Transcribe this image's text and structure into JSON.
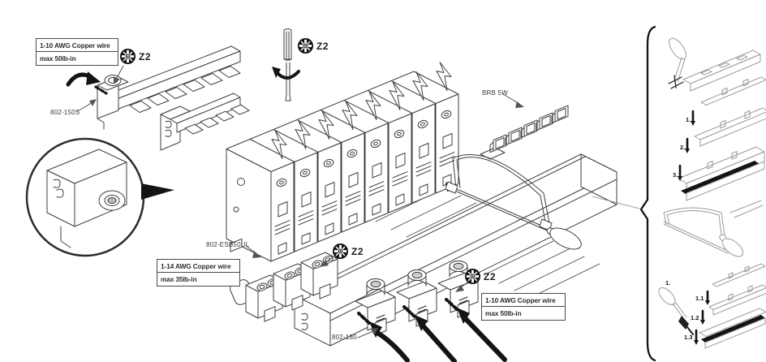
{
  "figure": {
    "background": "#ffffff",
    "line_color": "#3f3f3f",
    "black": "#141414",
    "panel_gray": "#9a9a9a"
  },
  "callout_boxes": {
    "top_left": {
      "line1": "1-10 AWG Copper wire",
      "line2": "max 50lb-in"
    },
    "mid_left": {
      "line1": "1-14 AWG Copper wire",
      "line2": "max 35lb-in"
    },
    "bottom_right": {
      "line1": "1-10 AWG Copper wire",
      "line2": "max 50lb-in"
    }
  },
  "part_labels": {
    "comb_busbar": "802-150S",
    "busbar_clip": "BRB 5W",
    "end_screw_block": "802-ESB50UL",
    "wire_lug": "802-180"
  },
  "screw_marks": {
    "label": "Z2",
    "symbol": "pozidriv-icon"
  },
  "steps": {
    "rail": [
      "1.",
      "2.",
      "3."
    ],
    "cut": [
      "1.",
      "1.1",
      "1.2",
      "1.3"
    ]
  }
}
